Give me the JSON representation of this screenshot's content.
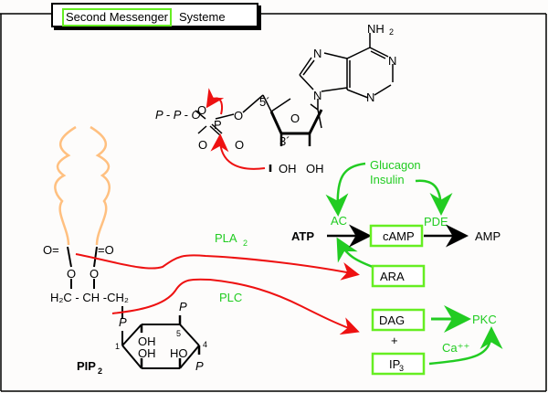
{
  "title": {
    "highlighted": "Second Messenger",
    "rest": "Systeme"
  },
  "molecule": {
    "chain": "P - P - O",
    "labels": [
      "NH",
      "2",
      "N",
      "N",
      "N",
      "N",
      "O",
      "O",
      "P",
      "O",
      "O",
      "O",
      "5´",
      "3´",
      "OH",
      "OH"
    ]
  },
  "lipid": {
    "carbonyl_left": "O=",
    "carbonyl_right": "=O",
    "o_left": "O",
    "o_right": "O",
    "backbone": "H₂C - CH -CH₂",
    "p_labels": [
      "P",
      "P",
      "P"
    ],
    "ring_labels": {
      "pos1": "1",
      "pos4": "4",
      "pos5": "5",
      "oh1": "OH",
      "oh2": "OH",
      "ho": "HO"
    },
    "name": "PIP",
    "name_sub": "2"
  },
  "enzymes": {
    "pla2": "PLA",
    "pla2_sub": "2",
    "plc": "PLC",
    "ac": "AC",
    "pde": "PDE",
    "pkc": "PKC"
  },
  "hormones": {
    "glucagon": "Glucagon",
    "insulin": "Insulin"
  },
  "nodes": {
    "atp": "ATP",
    "camp": "cAMP",
    "amp": "AMP",
    "ara": "ARA",
    "dag": "DAG",
    "plus": "+",
    "ip3": "IP",
    "ip3_sub": "3",
    "ca": "Ca⁺⁺"
  },
  "colors": {
    "green": "#22cc22",
    "box_green": "#66ee22",
    "red": "#ee1111",
    "tail": "#ffc080"
  }
}
